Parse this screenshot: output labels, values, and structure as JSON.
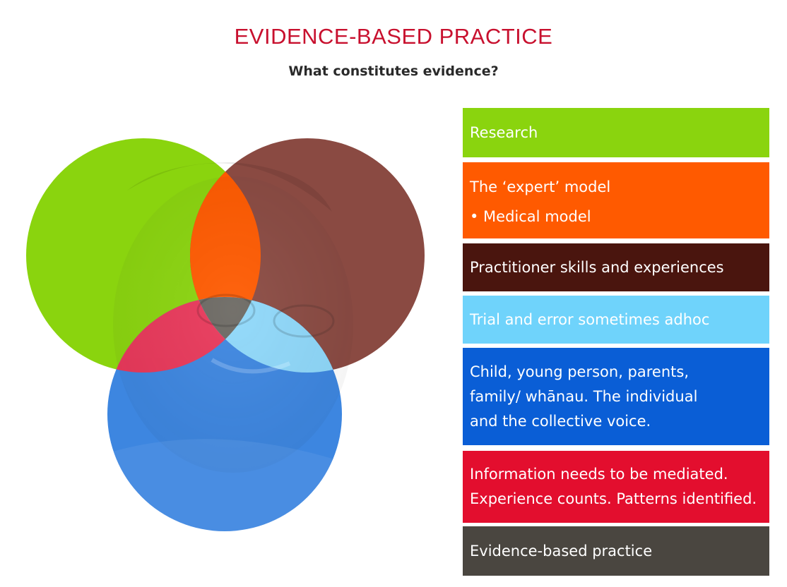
{
  "header": {
    "title": "EVIDENCE-BASED PRACTICE",
    "subtitle": "What constitutes evidence?"
  },
  "colors": {
    "title": "#c8102e",
    "research": "#8ad40e",
    "expert": "#ff5a00",
    "practitioner": "#4a150e",
    "trial": "#6fd3fb",
    "voice": "#0a5ed6",
    "mediated": "#e30e2e",
    "evidence": "#4a4640"
  },
  "venn": {
    "circles": [
      {
        "name": "green",
        "color": "#8ad40e"
      },
      {
        "name": "brown",
        "color": "#6b2a20"
      },
      {
        "name": "blue",
        "color": "#1e6fd8"
      }
    ],
    "overlap_green_brown": "#ff5a00",
    "overlap_green_blue": "#e30e2e",
    "overlap_brown_blue": "#6fd3fb",
    "overlap_center": "#4a4640"
  },
  "legend": {
    "research": {
      "lines": [
        "Research"
      ]
    },
    "expert": {
      "lines": [
        "The ‘expert’ model",
        "• Medical model"
      ]
    },
    "practitioner": {
      "lines": [
        "Practitioner skills and experiences"
      ]
    },
    "trial": {
      "lines": [
        "Trial and error sometimes adhoc"
      ]
    },
    "voice": {
      "lines": [
        "Child, young person, parents,",
        "family/ whānau. The individual",
        "and the collective voice."
      ]
    },
    "mediated": {
      "lines": [
        "Information needs to be mediated.",
        "Experience counts. Patterns identified."
      ]
    },
    "evidence": {
      "lines": [
        "Evidence-based practice"
      ]
    }
  }
}
